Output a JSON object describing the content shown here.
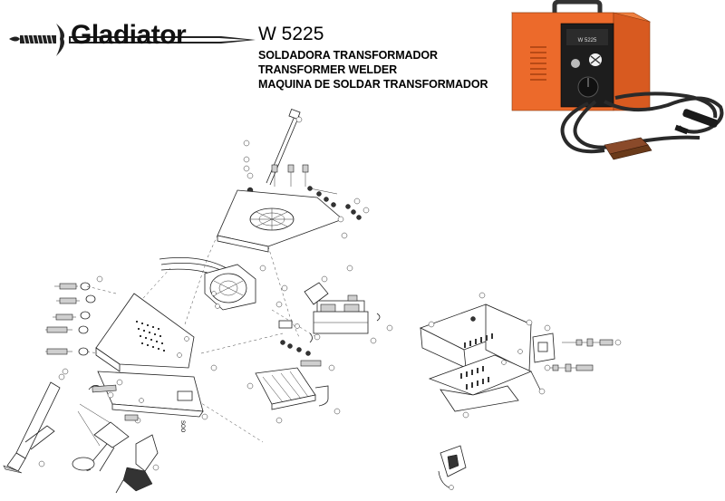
{
  "brand": {
    "name": "Gladiator"
  },
  "header": {
    "model": "W 5225",
    "subtitles": [
      "SOLDADORA TRANSFORMADOR",
      "TRANSFORMER WELDER",
      "MAQUINA DE SOLDAR TRANSFORMADOR"
    ]
  },
  "photo": {
    "panel_label": "W 5225"
  },
  "diagram": {
    "plate_label": "SOO"
  },
  "colors": {
    "welder_body": "#ec6a2b",
    "cable": "#2a2a2a",
    "clamp": "#8a4a2a"
  }
}
